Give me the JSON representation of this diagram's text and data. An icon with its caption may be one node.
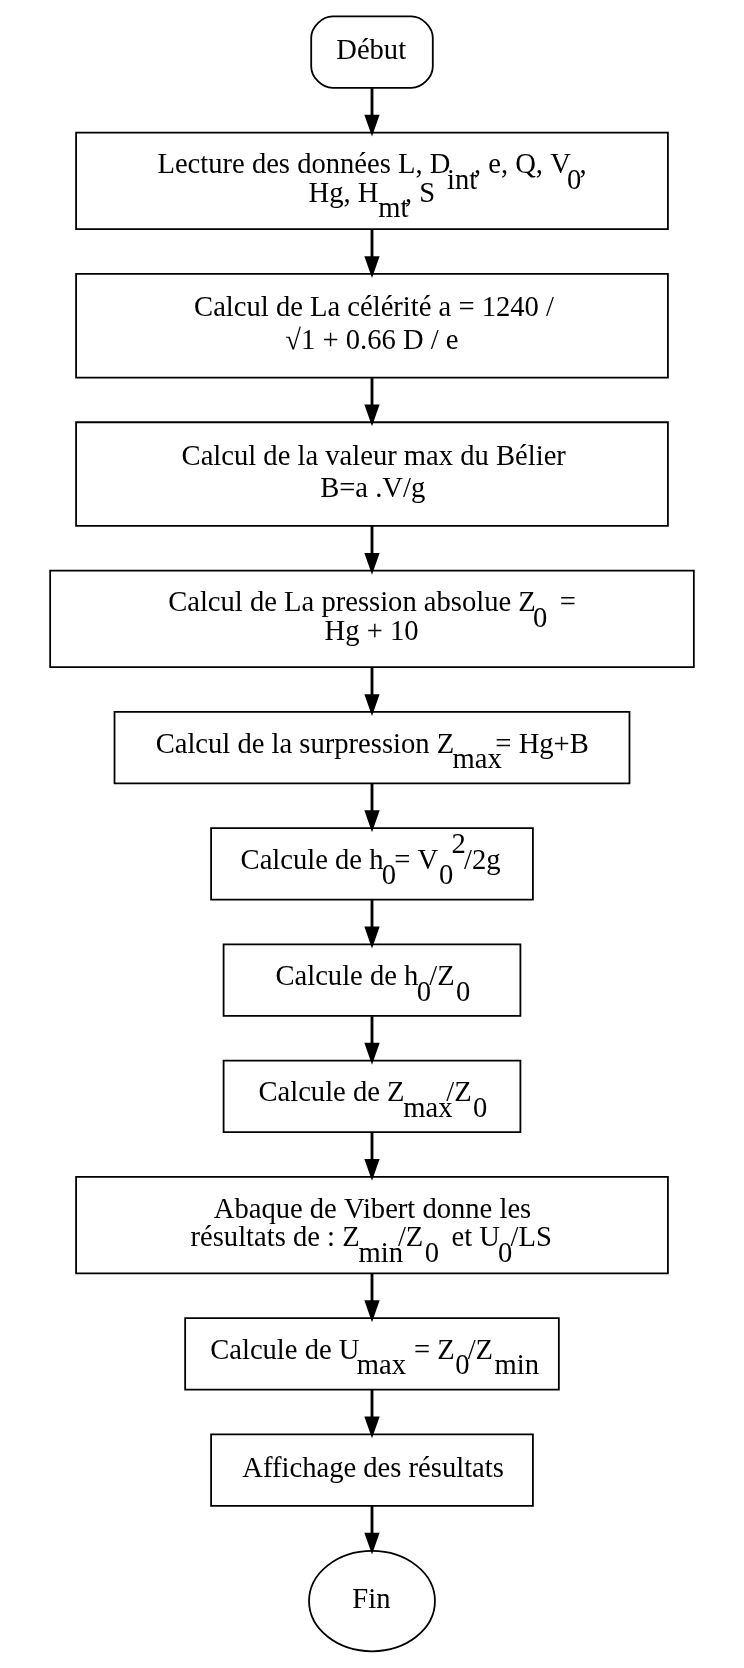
{
  "diagram": {
    "nodes": [
      {
        "text": [
          "Début"
        ]
      },
      {
        "text": [
          "Lecture des données L, D$_{int}$, e, Q, V$_{0}$, Hg, H$_{mt}$, S"
        ]
      },
      {
        "text": [
          "Calcul de La célérité a = 1240 / √1 + 0.66 D / e"
        ]
      },
      {
        "text": [
          "Calcul de la valeur max du Bélier B=a .V/g"
        ]
      },
      {
        "text": [
          "Calcul de La pression absolue Z$_{0}$ = Hg + 10"
        ]
      },
      {
        "text": [
          "Calcul de la surpression Z$_{max}$= Hg+B"
        ]
      },
      {
        "text": [
          "Calcule de h$_{0}$= V$_{0}$$^{2}$/2g"
        ]
      },
      {
        "text": [
          "Calcule de h$_{0}$/Z$_{0}$"
        ]
      },
      {
        "text": [
          "Calcule de Z$_{max}$/Z$_{0}$"
        ]
      },
      {
        "text": [
          "Abaque de Vibert donne les résultats de : Z$_{min}$/Z$_{0}$ et U$_{0}$/LS"
        ]
      },
      {
        "text": [
          "Calcule de U$_{max}$ = Z$_{0}$/Z$_{min}$"
        ]
      },
      {
        "text": [
          "Affichage des résultats"
        ]
      },
      {
        "text": [
          "Fin"
        ]
      }
    ],
    "edges": [
      {
        "from": 0,
        "to": 1,
        "arrow": "to"
      },
      {
        "from": 1,
        "to": 2,
        "arrow": "to"
      },
      {
        "from": 2,
        "to": 3,
        "arrow": "to"
      },
      {
        "from": 3,
        "to": 4,
        "arrow": "to"
      },
      {
        "from": 4,
        "to": 5,
        "arrow": "to"
      },
      {
        "from": 5,
        "to": 6,
        "arrow": "to"
      },
      {
        "from": 6,
        "to": 7,
        "arrow": "to"
      },
      {
        "from": 7,
        "to": 8,
        "arrow": "to"
      },
      {
        "from": 8,
        "to": 9,
        "arrow": "to"
      },
      {
        "from": 9,
        "to": 10,
        "arrow": "to"
      },
      {
        "from": 10,
        "to": 11,
        "arrow": "to"
      },
      {
        "from": 11,
        "to": 12,
        "arrow": "to"
      }
    ]
  }
}
